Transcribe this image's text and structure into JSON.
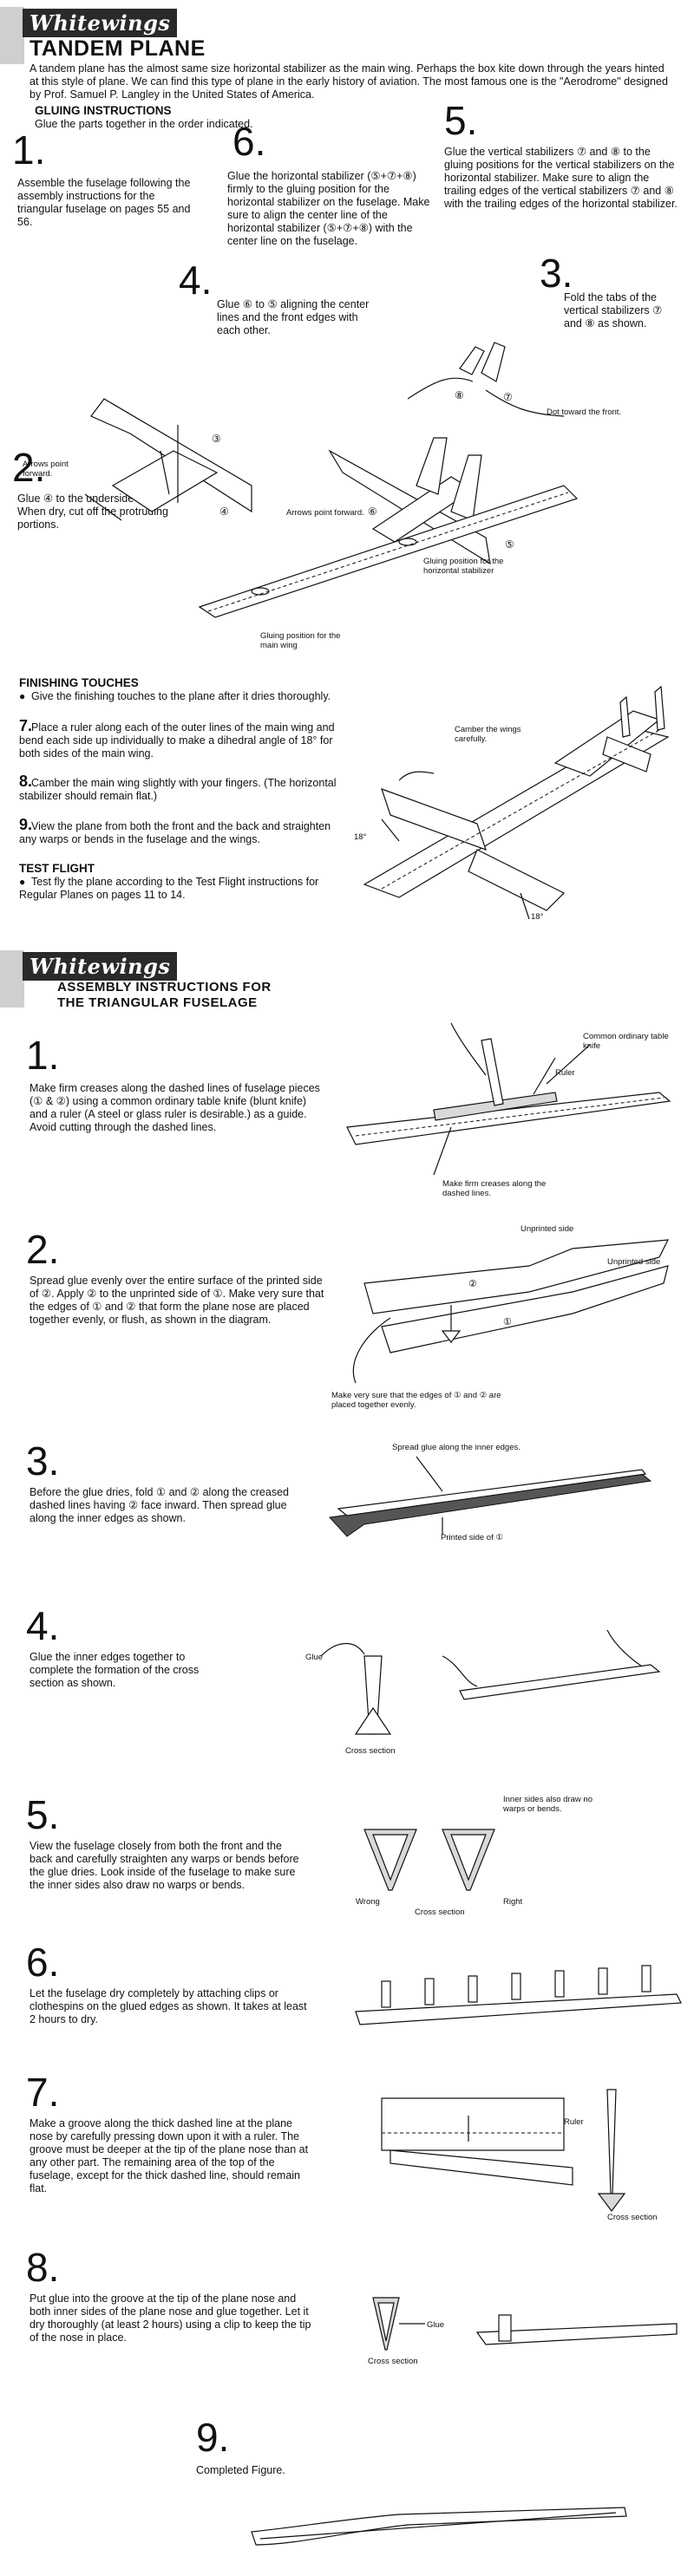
{
  "section1": {
    "logo": "Whitewings",
    "title": "TANDEM PLANE",
    "intro": "A tandem plane has the almost same size horizontal stabilizer as the main wing. Perhaps the box kite down through the years hinted at this style of plane. We can find this type of plane in the early history of aviation. The most famous one is the \"Aerodrome\" designed by Prof. Samuel P. Langley in the United States of America.",
    "gluing_heading": "GLUING INSTRUCTIONS",
    "gluing_sub": "Glue the parts together in the order indicated.",
    "steps": [
      {
        "num": "1.",
        "text": "Assemble the fuselage following the assembly instructions for the triangular fuselage on pages 55 and 56."
      },
      {
        "num": "2.",
        "text": "Glue ④ to the underside of ③. When dry, cut off the protruding portions."
      },
      {
        "num": "3.",
        "text": "Fold the tabs of the vertical stabilizers ⑦ and ⑧ as shown."
      },
      {
        "num": "4.",
        "text": "Glue ⑥ to ⑤ aligning the center lines and the front edges with each other."
      },
      {
        "num": "5.",
        "text": "Glue the vertical stabilizers ⑦ and ⑧ to the gluing positions for the vertical stabilizers on the horizontal stabilizer. Make sure to align the trailing edges of the vertical stabilizers ⑦ and ⑧ with the trailing edges of the horizontal stabilizer."
      },
      {
        "num": "6.",
        "text": "Glue the horizontal stabilizer (⑤+⑦+⑧) firmly to the gluing position for the horizontal stabilizer on the fuselage. Make sure to align the center line of the horizontal stabilizer (⑤+⑦+⑧) with the center line on the fuselage."
      }
    ],
    "labels": {
      "arrows_forward_left": "Arrows point forward.",
      "arrows_forward_mid": "Arrows point forward.",
      "dot_front": "Dot toward the front.",
      "gluing_horizontal": "Gluing position for the horizontal stabilizer",
      "gluing_main": "Gluing position for the main wing",
      "camber": "Camber the wings carefully.",
      "angle_a": "18°",
      "angle_b": "18°"
    },
    "part_numbers": {
      "p3": "③",
      "p4": "④",
      "p5": "⑤",
      "p6": "⑥",
      "p7": "⑦",
      "p8": "⑧"
    },
    "finishing_heading": "FINISHING TOUCHES",
    "finishing": [
      {
        "mark": "●",
        "text": "Give the finishing touches to the plane after it dries thoroughly."
      },
      {
        "mark": "7.",
        "text": "Place a ruler along each of the outer lines of the main wing and bend each side up individually to make a dihedral angle of 18° for both sides of the main wing."
      },
      {
        "mark": "8.",
        "text": "Camber the main wing slightly with your fingers. (The horizontal stabilizer should remain flat.)"
      },
      {
        "mark": "9.",
        "text": "View the plane from both the front and the back and straighten any warps or bends in the fuselage and the wings."
      }
    ],
    "test_heading": "TEST FLIGHT",
    "test_text": "Test fly the plane according to the Test Flight instructions for Regular Planes on pages 11 to 14."
  },
  "section2": {
    "logo": "Whitewings",
    "title_line1": "ASSEMBLY INSTRUCTIONS FOR",
    "title_line2": "THE TRIANGULAR FUSELAGE",
    "steps": [
      {
        "num": "1.",
        "text": "Make firm creases along the dashed lines of fuselage pieces (① & ②) using a common ordinary table knife (blunt knife) and a ruler (A steel or glass ruler is desirable.) as a guide. Avoid cutting through the dashed lines."
      },
      {
        "num": "2.",
        "text": "Spread glue evenly over the entire surface of the printed side of ②. Apply ② to the unprinted side of ①. Make very sure that the edges of ① and ② that form the plane nose are placed together evenly, or flush, as shown in the diagram."
      },
      {
        "num": "3.",
        "text": "Before the glue dries, fold ① and ② along the creased dashed lines having ② face inward. Then spread glue along the inner edges as shown."
      },
      {
        "num": "4.",
        "text": "Glue the inner edges together to complete the formation of the cross section as shown."
      },
      {
        "num": "5.",
        "text": "View the fuselage closely from both the front and the back and carefully straighten any warps or bends before the glue dries. Look inside of the fuselage to make sure the inner sides also draw no warps or bends."
      },
      {
        "num": "6.",
        "text": "Let the fuselage dry completely by attaching clips or clothespins on the glued edges as shown. It takes at least 2 hours to dry."
      },
      {
        "num": "7.",
        "text": "Make a groove along the thick dashed line at the plane nose by carefully pressing down upon it with a ruler. The groove must be deeper at the tip of the plane nose than at any other part. The remaining area of the top of the fuselage, except for the thick dashed line, should remain flat."
      },
      {
        "num": "8.",
        "text": "Put glue into the groove at the tip of the plane nose and both inner sides of the plane nose and glue together. Let it dry thoroughly (at least 2 hours) using a clip to keep the tip of the nose in place."
      },
      {
        "num": "9.",
        "text": "Completed Figure."
      }
    ],
    "labels": {
      "knife": "Common ordinary table knife",
      "ruler1": "Ruler",
      "creases": "Make firm creases along the dashed lines.",
      "unprinted_a": "Unprinted side",
      "unprinted_b": "Unprinted side",
      "edges_note": "Make very sure that the edges of ① and ② are placed together evenly.",
      "spread_glue": "Spread glue along the inner edges.",
      "printed_side": "Printed side of ①",
      "glue4": "Glue",
      "cross4": "Cross section",
      "inner_sides": "Inner sides also draw no warps or bends.",
      "wrong": "Wrong",
      "right": "Right",
      "cross5": "Cross section",
      "ruler7": "Ruler",
      "cross7": "Cross section",
      "glue8": "Glue",
      "cross8": "Cross section"
    }
  }
}
